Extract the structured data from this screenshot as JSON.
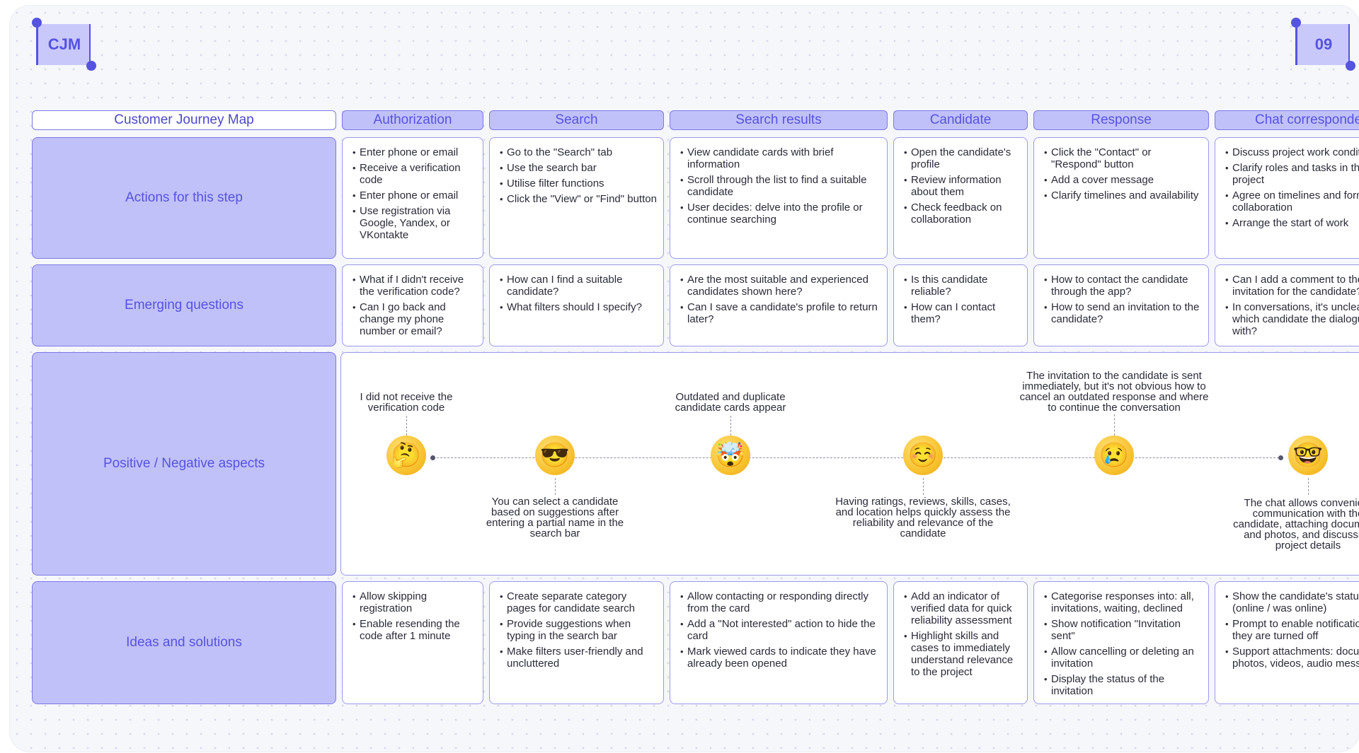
{
  "tags": {
    "left": "CJM",
    "right": "09"
  },
  "headers": [
    "Customer Journey Map",
    "Authorization",
    "Search",
    "Search results",
    "Candidate",
    "Response",
    "Chat correspondence"
  ],
  "rows": {
    "actions": "Actions for this step",
    "questions": "Emerging questions",
    "aspects": "Positive / Negative aspects",
    "ideas": "Ideas and solutions"
  },
  "actions": [
    [
      "Enter phone or email",
      "Receive a verification code",
      "Enter phone or email",
      "Use registration via Google, Yandex, or VKontakte"
    ],
    [
      "Go to the \"Search\" tab",
      "Use the search bar",
      "Utilise filter functions",
      "Click the \"View\" or \"Find\" button"
    ],
    [
      "View candidate cards with brief information",
      "Scroll through the list to find a suitable candidate",
      "User decides: delve into the profile or continue searching"
    ],
    [
      "Open the candidate's profile",
      "Review information about them",
      "Check feedback on collaboration"
    ],
    [
      "Click the \"Contact\" or \"Respond\" button",
      "Add a cover message",
      "Clarify timelines and availability"
    ],
    [
      "Discuss project work conditions",
      "Clarify roles and tasks in the project",
      "Agree on timelines and format of collaboration",
      "Arrange the start of work"
    ]
  ],
  "questions": [
    [
      "What if I didn't receive the verification code?",
      "Can I go back and change my phone number or email?"
    ],
    [
      "How can I find a suitable candidate?",
      "What filters should I specify?"
    ],
    [
      "Are the most suitable and experienced candidates shown here?",
      "Can I save a candidate's profile to return later?"
    ],
    [
      "Is this candidate reliable?",
      "How can I contact them?"
    ],
    [
      "How to contact the candidate through the app?",
      "How to send an invitation to the candidate?"
    ],
    [
      "Can I add a comment to the invitation for the candidate?",
      "In conversations, it's unclear which candidate the dialogue is with?"
    ]
  ],
  "ideas": [
    [
      "Allow skipping registration",
      "Enable resending the code after 1 minute"
    ],
    [
      "Create separate category pages for candidate search",
      "Provide suggestions when typing in the search bar",
      "Make filters user-friendly and uncluttered"
    ],
    [
      "Allow contacting or responding directly from the card",
      "Add a \"Not interested\" action to hide the card",
      "Mark viewed cards to indicate they have already been opened"
    ],
    [
      "Add an indicator of verified data for quick reliability assessment",
      "Highlight skills and cases to immediately understand relevance to the project"
    ],
    [
      "Categorise responses into: all, invitations, waiting, declined",
      "Show notification \"Invitation sent\"",
      "Allow cancelling or deleting an invitation",
      "Display the status of the invitation"
    ],
    [
      "Show the candidate's status (online / was online)",
      "Prompt to enable notifications if they are turned off",
      "Support attachments: documents, photos, videos, audio messages"
    ]
  ],
  "emotions": [
    {
      "icon": "thinking-face-icon",
      "glyph": "🤔",
      "note": "I did not receive the verification code"
    },
    {
      "icon": "sunglasses-face-icon",
      "glyph": "😎",
      "note": "You can select a candidate based on suggestions after entering a partial name in the search bar"
    },
    {
      "icon": "exploding-head-icon",
      "glyph": "🤯",
      "note": "Outdated and duplicate candidate cards appear"
    },
    {
      "icon": "smiling-face-icon",
      "glyph": "☺️",
      "note": "Having ratings, reviews, skills, cases, and location helps quickly assess the reliability and relevance of the candidate"
    },
    {
      "icon": "crying-face-icon",
      "glyph": "😢",
      "note": "The invitation to the candidate is sent immediately, but it's not obvious how to cancel an outdated response and where to continue the conversation"
    },
    {
      "icon": "nerd-face-icon",
      "glyph": "🤓",
      "note": "The chat allows convenient communication with the candidate, attaching documents and photos, and discussing project details"
    }
  ],
  "colors": {
    "accent": "#5553E0",
    "header_fill": "#C1C1FA",
    "border": "#9B99EC"
  }
}
